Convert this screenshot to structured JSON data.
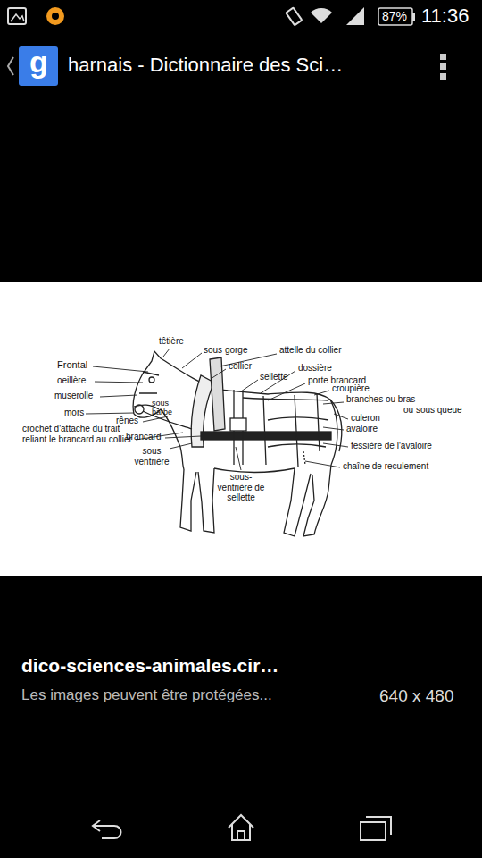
{
  "diagram": {
    "labels": [
      "87%",
      "11:36",
      "g",
      "harnais - Dictionnaire des Sci…",
      "têtière",
      "sous gorge",
      "attelle du collier",
      "collier",
      "sellette",
      "dossière",
      "porte brancard",
      "croupière",
      "branches ou bras",
      "ou sous queue",
      "culeron",
      "avaloire",
      "fessière de l'avaloire",
      "chaîne de reculement",
      "Frontal",
      "oeillère",
      "muserolle",
      "mors",
      "rênes",
      "sous barbe",
      "crochet d'attache du trait reliant le brancard au collier",
      "brancard",
      "sous ventrière",
      "sous-ventrière de sellette",
      "dico-sciences-animales.cir…",
      "Les images peuvent être protégées...",
      "640 x 480"
    ]
  }
}
